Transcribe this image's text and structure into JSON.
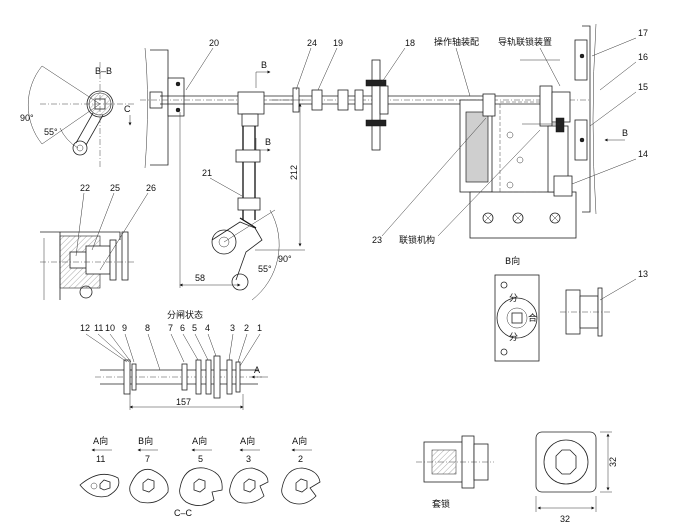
{
  "views": {
    "bb_label": "B–B",
    "bb_angle1": "90°",
    "bb_angle2": "55°",
    "bb_c": "C",
    "b_arrow_top": "B",
    "b_arrow_mid": "B",
    "b_arrow_right": "B",
    "b_view_label": "B向",
    "sep_state": "分闸状态",
    "cc_label": "C–C",
    "sleeve_lock": "套锁",
    "dim_212": "212",
    "dim_58": "58",
    "dim_90": "90°",
    "dim_55": "55°",
    "dim_157": "157",
    "dim_32a": "32",
    "dim_32b": "32",
    "arrow_A": "A",
    "dial_fen1": "分",
    "dial_he": "合",
    "dial_fen2": "分"
  },
  "callouts": {
    "c20": "20",
    "c24": "24",
    "c19": "19",
    "c18": "18",
    "c17": "17",
    "c16": "16",
    "c15": "15",
    "c14": "14",
    "c13": "13",
    "c21": "21",
    "c22": "22",
    "c25": "25",
    "c26": "26",
    "c23": "23",
    "shaft_assy": "操作轴装配",
    "rail_lock": "导轨联锁装置",
    "lock_mech": "联锁机构"
  },
  "shaft_parts": [
    "12",
    "11",
    "10",
    "9",
    "8",
    "7",
    "6",
    "5",
    "4",
    "3",
    "2",
    "1"
  ],
  "cams": [
    {
      "dir": "A向",
      "num": "11"
    },
    {
      "dir": "B向",
      "num": "7"
    },
    {
      "dir": "A向",
      "num": "5"
    },
    {
      "dir": "A向",
      "num": "3"
    },
    {
      "dir": "A向",
      "num": "2"
    }
  ]
}
